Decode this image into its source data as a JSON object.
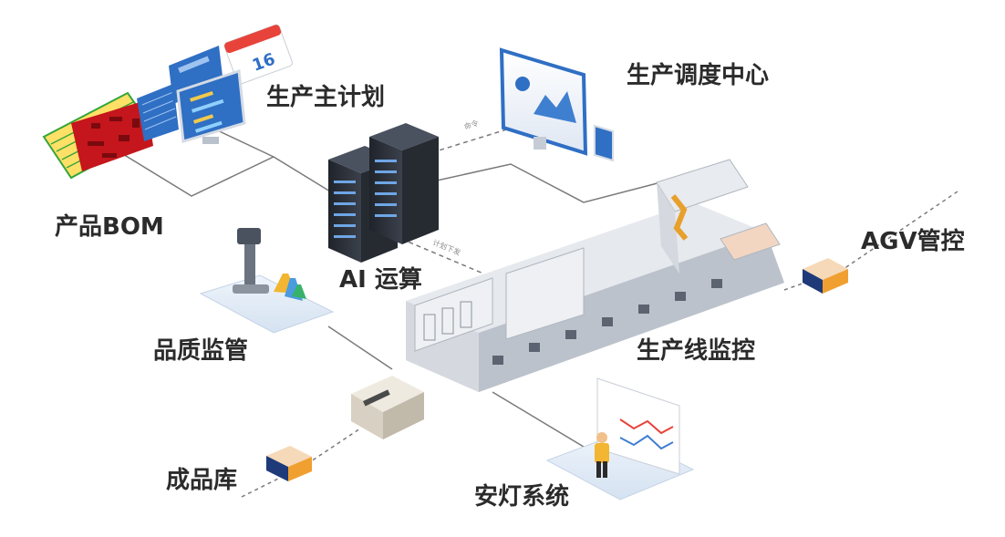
{
  "labels": {
    "production_master_plan": "生产主计划",
    "dispatch_center": "生产调度中心",
    "product_bom": "产品BOM",
    "ai_compute": "AI 运算",
    "agv_control": "AGV管控",
    "quality_control": "品质监管",
    "line_monitoring": "生产线监控",
    "finished_goods": "成品库",
    "andon_system": "安灯系统"
  },
  "link_labels": {
    "command": "命令",
    "plan_release": "计划下发"
  },
  "calendar_day": "16",
  "colors": {
    "accent_blue": "#2f6fc4",
    "server_dark": "#2a2e36",
    "agv_orange": "#f0a030",
    "bom_red": "#c4161c",
    "bom_green": "#35a53a",
    "line_gray": "#d9dde3"
  }
}
